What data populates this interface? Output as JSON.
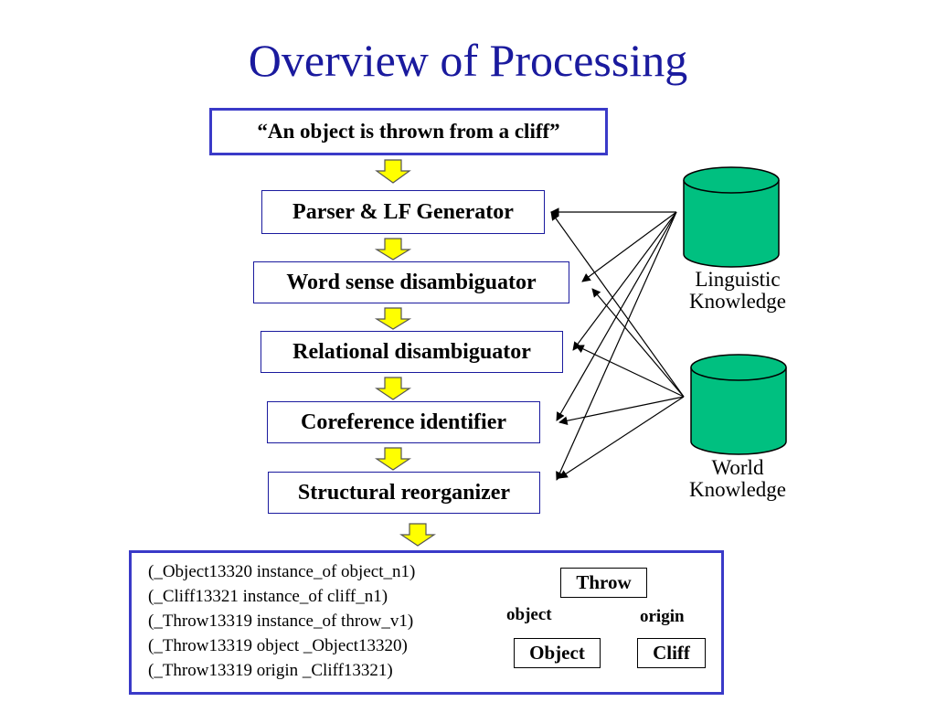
{
  "title": "Overview of Processing",
  "input_sentence": "“An object is thrown from a cliff”",
  "stages": [
    {
      "label": "Parser & LF Generator"
    },
    {
      "label": "Word sense disambiguator"
    },
    {
      "label": "Relational disambiguator"
    },
    {
      "label": "Coreference identifier"
    },
    {
      "label": "Structural reorganizer"
    }
  ],
  "knowledge_bases": [
    {
      "line1": "Linguistic",
      "line2": "Knowledge"
    },
    {
      "line1": "World",
      "line2": "Knowledge"
    }
  ],
  "output": {
    "lines": [
      "(_Object13320 instance_of object_n1)",
      "(_Cliff13321 instance_of cliff_n1)",
      "(_Throw13319 instance_of throw_v1)",
      "(_Throw13319 object _Object13320)",
      "(_Throw13319 origin _Cliff13321)"
    ],
    "tree": {
      "root": "Throw",
      "left_child": "Object",
      "right_child": "Cliff",
      "left_edge": "object",
      "right_edge": "origin"
    }
  },
  "colors": {
    "title": "#1a1a9e",
    "box_border": "#3a3ac8",
    "arrow_fill": "#ffff00",
    "cylinder_fill": "#00c080"
  }
}
